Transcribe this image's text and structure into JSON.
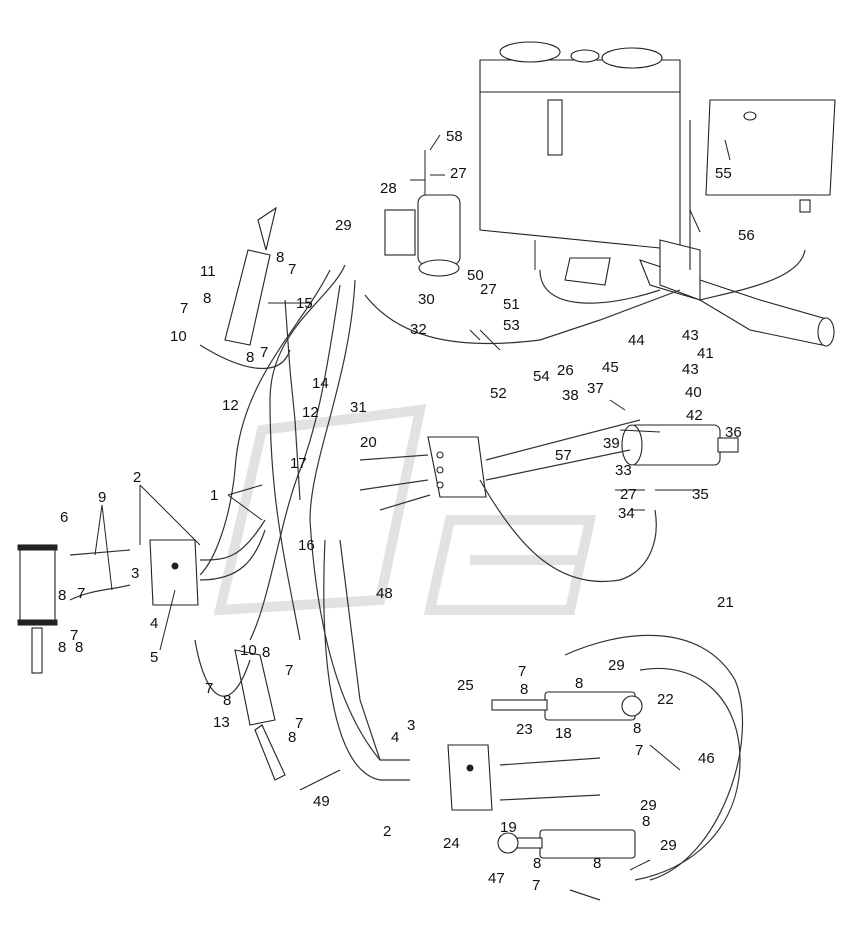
{
  "labels": {
    "l1": "1",
    "l2a": "2",
    "l2b": "2",
    "l3a": "3",
    "l3b": "3",
    "l4a": "4",
    "l4b": "4",
    "l5": "5",
    "l6": "6",
    "l7a": "7",
    "l7b": "7",
    "l7c": "7",
    "l7d": "7",
    "l7e": "7",
    "l7f": "7",
    "l7g": "7",
    "l7h": "7",
    "l7i": "7",
    "l7j": "7",
    "l8a": "8",
    "l8b": "8",
    "l8c": "8",
    "l8d": "8",
    "l8e": "8",
    "l8f": "8",
    "l8g": "8",
    "l8h": "8",
    "l8i": "8",
    "l8j": "8",
    "l8k": "8",
    "l8l": "8",
    "l8m": "8",
    "l8n": "8",
    "l9": "9",
    "l10a": "10",
    "l10b": "10",
    "l11": "11",
    "l12a": "12",
    "l12b": "12",
    "l13": "13",
    "l14": "14",
    "l15": "15",
    "l16": "16",
    "l17": "17",
    "l18": "18",
    "l19": "19",
    "l20": "20",
    "l21": "21",
    "l22": "22",
    "l23": "23",
    "l24": "24",
    "l25": "25",
    "l26": "26",
    "l27a": "27",
    "l27b": "27",
    "l27c": "27",
    "l28": "28",
    "l29a": "29",
    "l29b": "29",
    "l29c": "29",
    "l29d": "29",
    "l30": "30",
    "l31": "31",
    "l32": "32",
    "l33": "33",
    "l34": "34",
    "l35": "35",
    "l36": "36",
    "l37": "37",
    "l38": "38",
    "l39": "39",
    "l40": "40",
    "l41": "41",
    "l42": "42",
    "l43a": "43",
    "l43b": "43",
    "l44": "44",
    "l45": "45",
    "l46": "46",
    "l47": "47",
    "l48": "48",
    "l49": "49",
    "l50": "50",
    "l51": "51",
    "l52": "52",
    "l53": "53",
    "l54": "54",
    "l55": "55",
    "l56": "56",
    "l57": "57",
    "l58": "58"
  }
}
